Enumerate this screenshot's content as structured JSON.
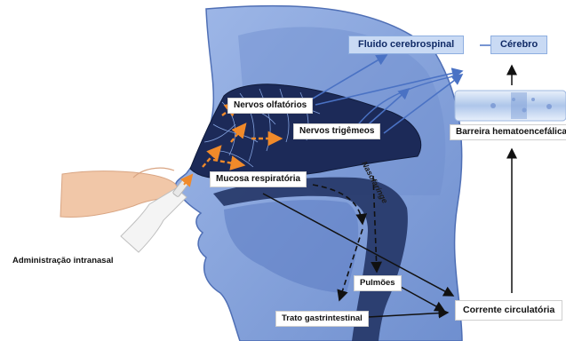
{
  "labels": {
    "fluido": "Fluido cerebrospinal",
    "cerebro": "Cérebro",
    "barreira": "Barreira hematoencefálica",
    "nervos_olfatorios": "Nervos olfatórios",
    "nervos_trigemeos": "Nervos trigêmeos",
    "mucosa": "Mucosa respiratória",
    "nasofaringe": "Nasofaringe",
    "administracao": "Administração intranasal",
    "pulmoes": "Pulmões",
    "trato": "Trato gastrintestinal",
    "corrente": "Corrente circulatória"
  },
  "colors": {
    "head_fill": "#7f9fd8",
    "head_dark": "#4f6fb5",
    "nasal_cavity": "#1c2a58",
    "arrow_blue": "#4a72c4",
    "arrow_orange": "#f08a2a",
    "arrow_black": "#111111",
    "box_blue": "#c9daf4"
  }
}
